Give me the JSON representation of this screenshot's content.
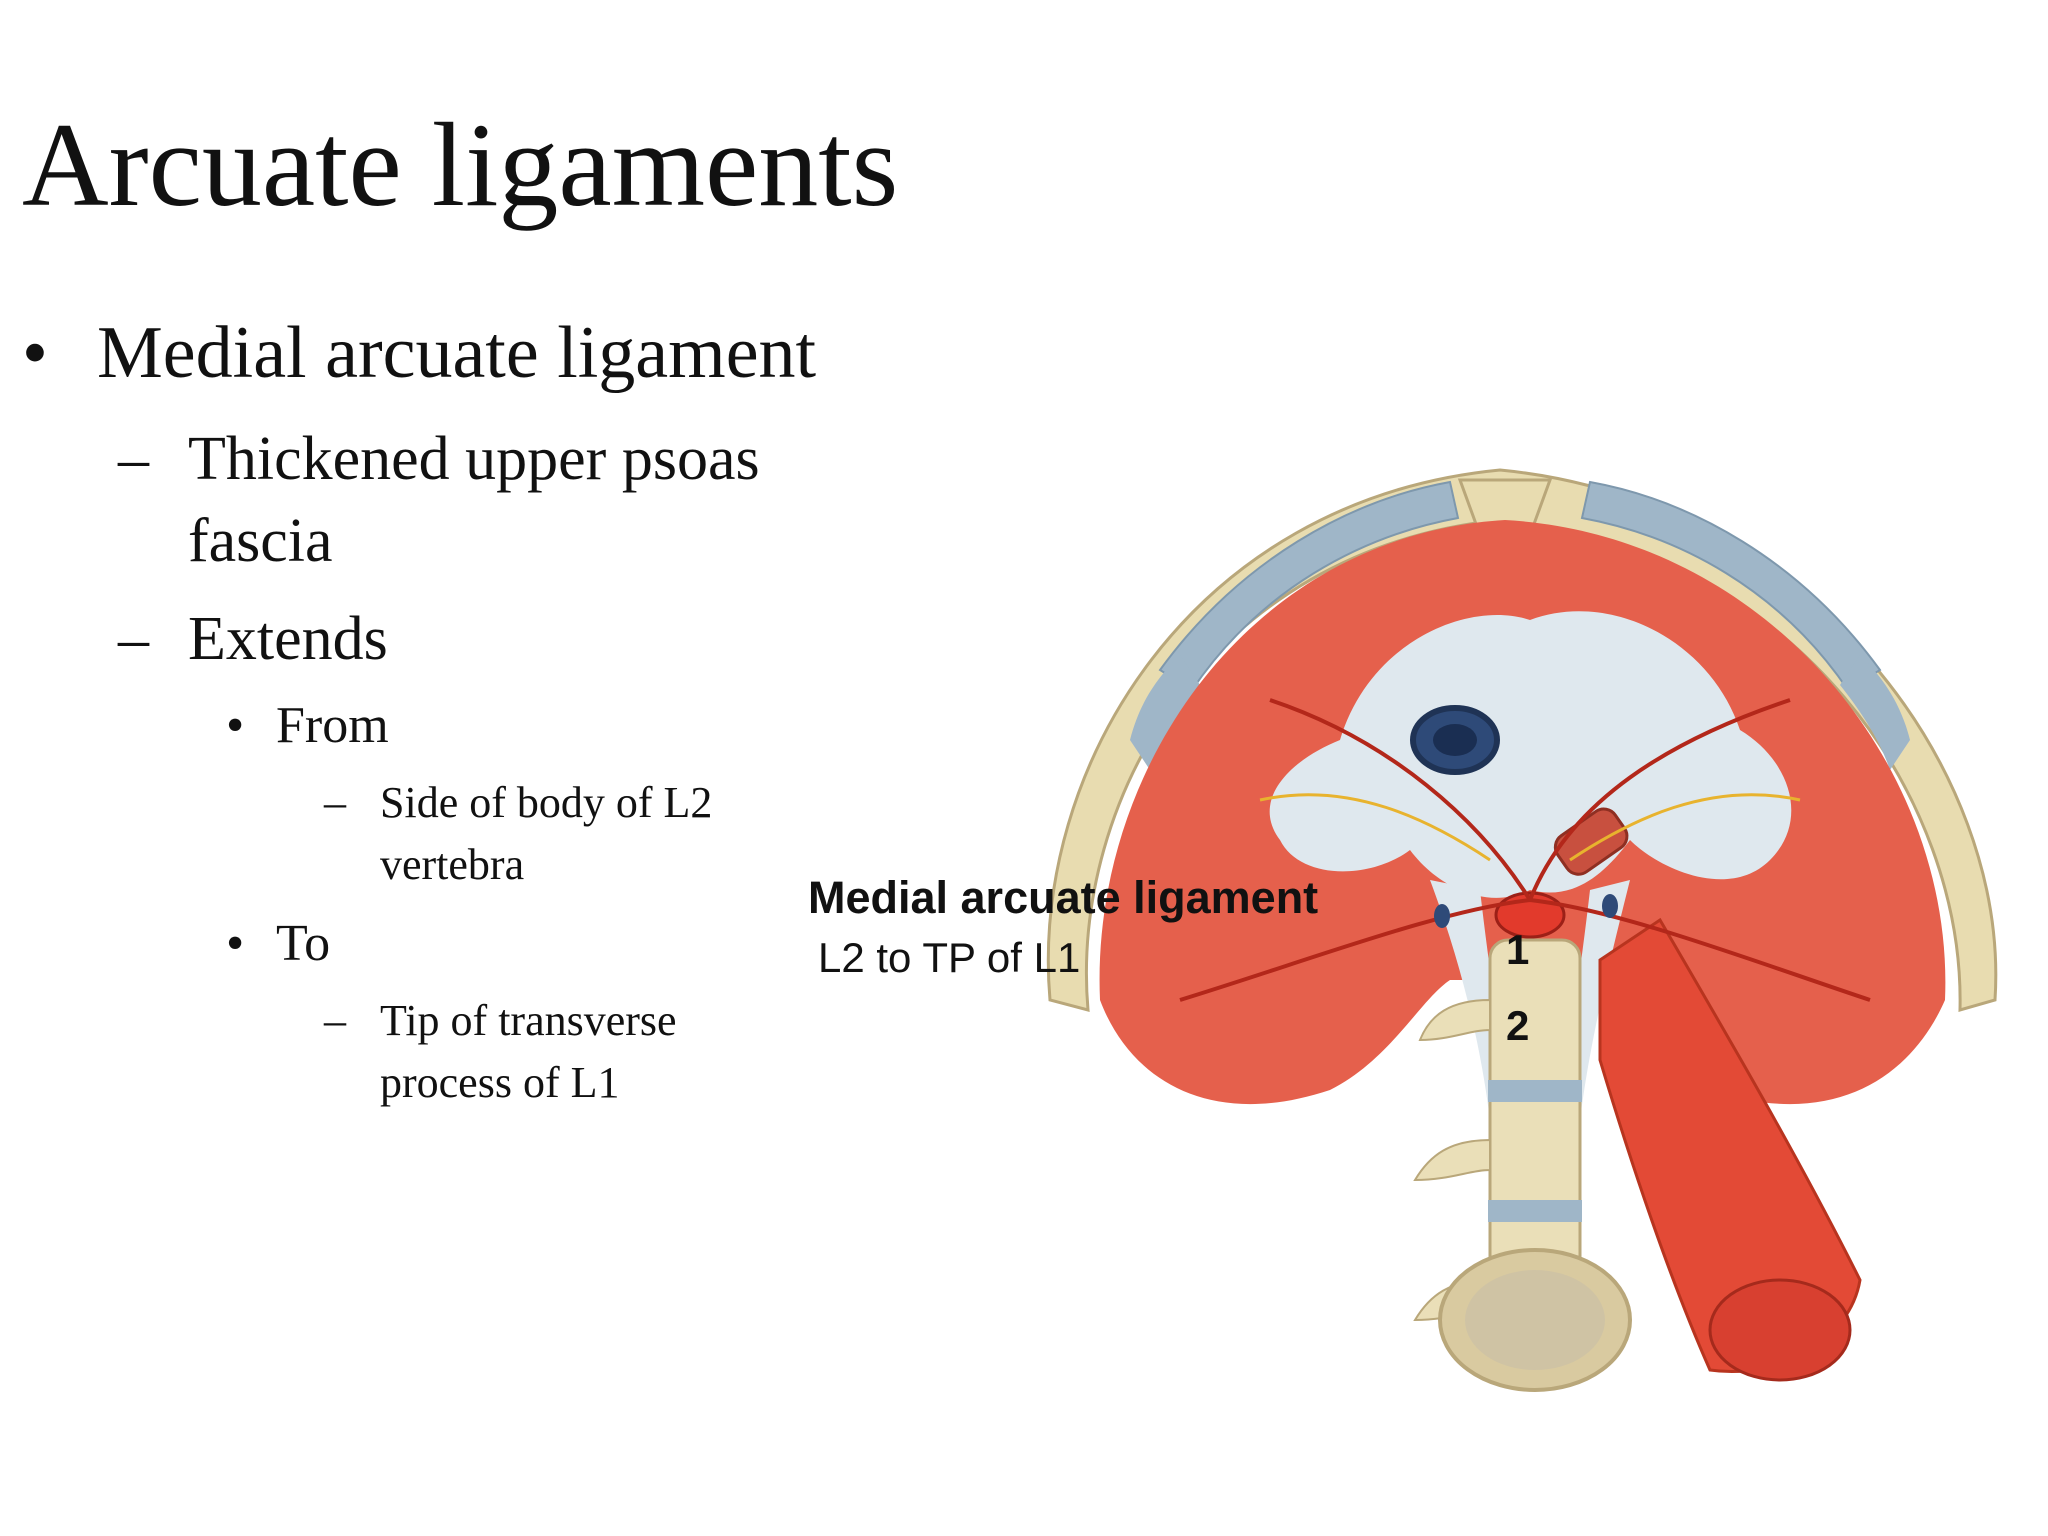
{
  "slide": {
    "title": "Arcuate ligaments",
    "bullet": "Medial arcuate ligament",
    "sub1_line1": "Thickened upper psoas",
    "sub1_line2": "fascia",
    "sub2": "Extends",
    "from": "From",
    "from_detail_line1": "Side of body of L2",
    "from_detail_line2": "vertebra",
    "to": "To",
    "to_detail_line1": "Tip of transverse",
    "to_detail_line2": "process of L1"
  },
  "figure": {
    "callout_title": "Medial arcuate ligament",
    "callout_sub": "L2 to TP of L1",
    "vertebra_labels": [
      "1",
      "2"
    ]
  }
}
